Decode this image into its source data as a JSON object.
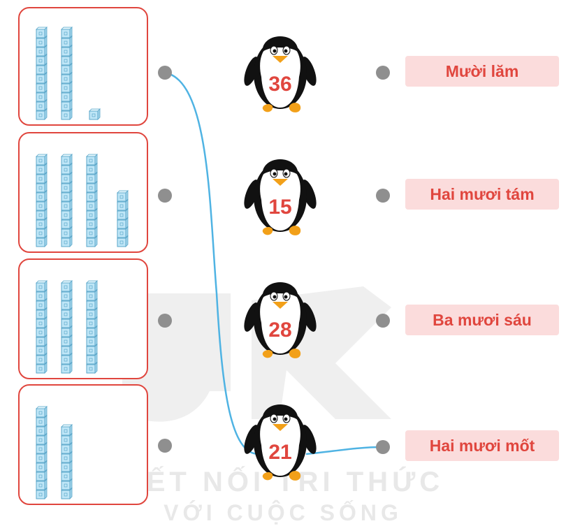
{
  "watermark": {
    "line1": "KẾT NỐI TRI THỨC",
    "line2": "VỚI CUỘC SỐNG"
  },
  "colors": {
    "accent": "#e0463e",
    "label_bg": "#fbdcdc",
    "cube": "#bfe6f7",
    "cube_edge": "#5aa6c9",
    "dot": "#8f8f8f",
    "connector": "#4fb3e3"
  },
  "cube_groups": [
    {
      "tens": 2,
      "ones": 1
    },
    {
      "tens": 3,
      "ones": 6
    },
    {
      "tens": 3,
      "ones": 0
    },
    {
      "tens": 1,
      "ones": 8
    }
  ],
  "penguins": [
    {
      "number": "36"
    },
    {
      "number": "15"
    },
    {
      "number": "28"
    },
    {
      "number": "21"
    }
  ],
  "words": [
    {
      "label": "Mười lăm"
    },
    {
      "label": "Hai mươi tám"
    },
    {
      "label": "Ba mươi sáu"
    },
    {
      "label": "Hai mươi mốt"
    }
  ],
  "connections": [
    {
      "from": "cube-group-1",
      "to": "penguin-4"
    },
    {
      "from": "penguin-4",
      "to": "word-4"
    }
  ]
}
